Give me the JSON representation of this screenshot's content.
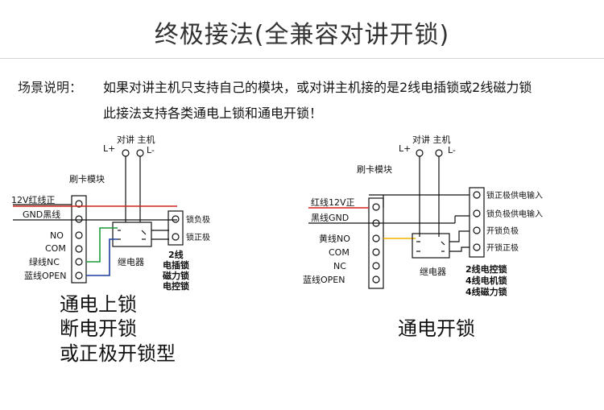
{
  "title": "终极接法(全兼容对讲开锁)",
  "scene": {
    "label": "场景说明：",
    "line1": "如果对讲主机只支持自己的模块，或对讲主机接的是2线电插锁或2线磁力锁",
    "line2": "此接法支持各类通电上锁和通电开锁！"
  },
  "left": {
    "host_label": "对讲 主机",
    "plus": "L+",
    "minus": "L-",
    "card_module": "刷卡模块",
    "t_12v": "12V红线正",
    "t_gnd": "GND黑线",
    "t_no": "NO",
    "t_com": "COM",
    "t_nc": "绿线NC",
    "t_open": "蓝线OPEN",
    "relay": "继电器",
    "lock_neg": "锁负极",
    "lock_pos": "锁正极",
    "lock_types": [
      "2线",
      "电插锁",
      "磁力锁",
      "电控锁"
    ],
    "captions": [
      "通电上锁",
      "断电开锁",
      "或正极开锁型"
    ]
  },
  "right": {
    "host_label": "对讲 主机",
    "plus": "L+",
    "minus": "L-",
    "card_module": "刷卡模块",
    "t_12v": "红线12V正",
    "t_gnd": "黑线GND",
    "t_no": "黄线NO",
    "t_com": "COM",
    "t_nc": "NC",
    "t_open": "蓝线OPEN",
    "relay": "继电器",
    "term1": "锁正极供电输入",
    "term2": "锁负极供电输入",
    "term3": "开锁负极",
    "term4": "开锁正极",
    "lock_types": [
      "2线电控锁",
      "4线电机锁",
      "4线磁力锁"
    ],
    "caption": "通电开锁"
  },
  "colors": {
    "red": "#d42020",
    "green": "#1f9a3a",
    "blue": "#1d3f9c",
    "yellow": "#f0b400",
    "wire": "#111111"
  }
}
